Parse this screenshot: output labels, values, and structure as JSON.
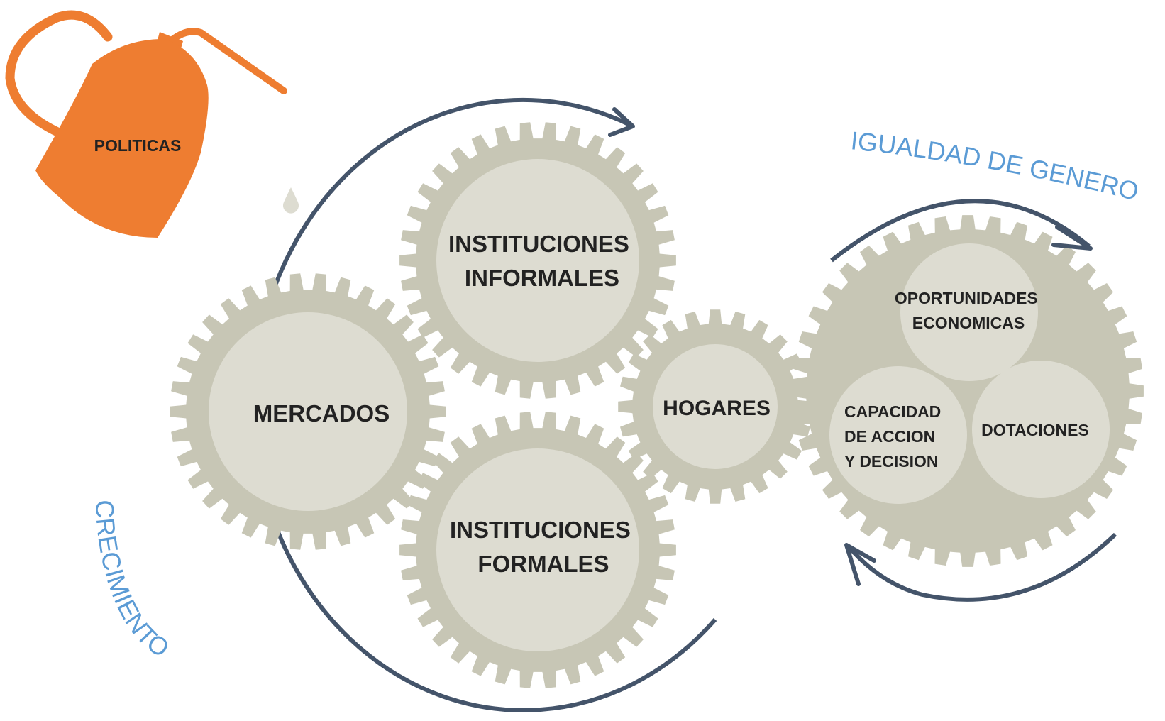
{
  "colors": {
    "gear": "#c7c6b5",
    "gear_inner": "#dddcd1",
    "arrow": "#44546a",
    "oil_can": "#ee7d31",
    "blue_text": "#5b9bd5"
  },
  "oil_can": {
    "label": "POLITICAS",
    "icon": "oil-can-icon"
  },
  "gears": {
    "informales": [
      "INSTITUCIONES",
      "INFORMALES"
    ],
    "mercados": [
      "MERCADOS"
    ],
    "formales": [
      "INSTITUCIONES",
      "FORMALES"
    ],
    "hogares": [
      "HOGARES"
    ],
    "gender": {
      "oportunidades": [
        "OPORTUNIDADES",
        "ECONOMICAS"
      ],
      "capacidad": [
        "CAPACIDAD",
        "DE ACCION",
        "Y DECISION"
      ],
      "dotaciones": [
        "DOTACIONES"
      ]
    }
  },
  "cycles": {
    "growth_label": "CRECIMIENTO",
    "gender_label": "IGUALDAD DE GENERO"
  }
}
